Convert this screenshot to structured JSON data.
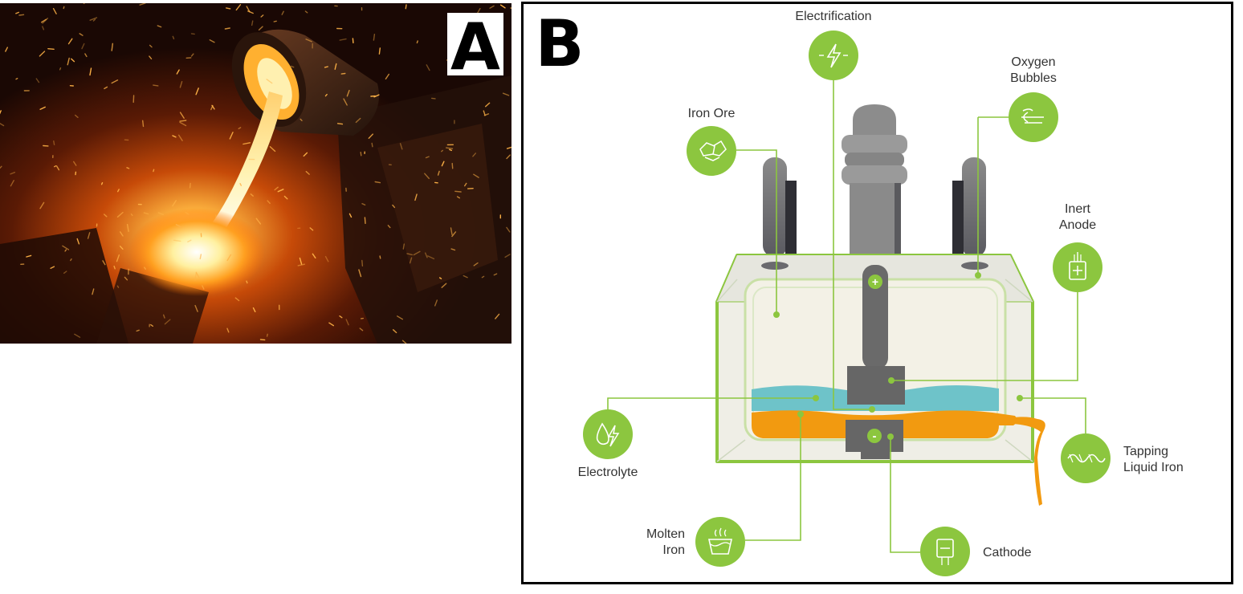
{
  "panel_a": {
    "letter": "A",
    "photo_subject": "molten iron poured from ladle"
  },
  "panel_b": {
    "letter": "B",
    "labels": {
      "electrification": "Electrification",
      "oxygen_bubbles": [
        "Oxygen",
        "Bubbles"
      ],
      "iron_ore": "Iron Ore",
      "inert_anode": [
        "Inert",
        "Anode"
      ],
      "electrolyte": "Electrolyte",
      "tapping_liquid_iron": [
        "Tapping",
        "Liquid Iron"
      ],
      "molten_iron": [
        "Molten",
        "Iron"
      ],
      "cathode": "Cathode"
    },
    "anode_sign": "+",
    "cathode_sign": "-"
  },
  "colors": {
    "accent_green": "#8cc63f",
    "electrolyte_blue": "#6ec3c9",
    "molten_orange": "#f29a10",
    "electrode_gray": "#6a6a6a"
  }
}
